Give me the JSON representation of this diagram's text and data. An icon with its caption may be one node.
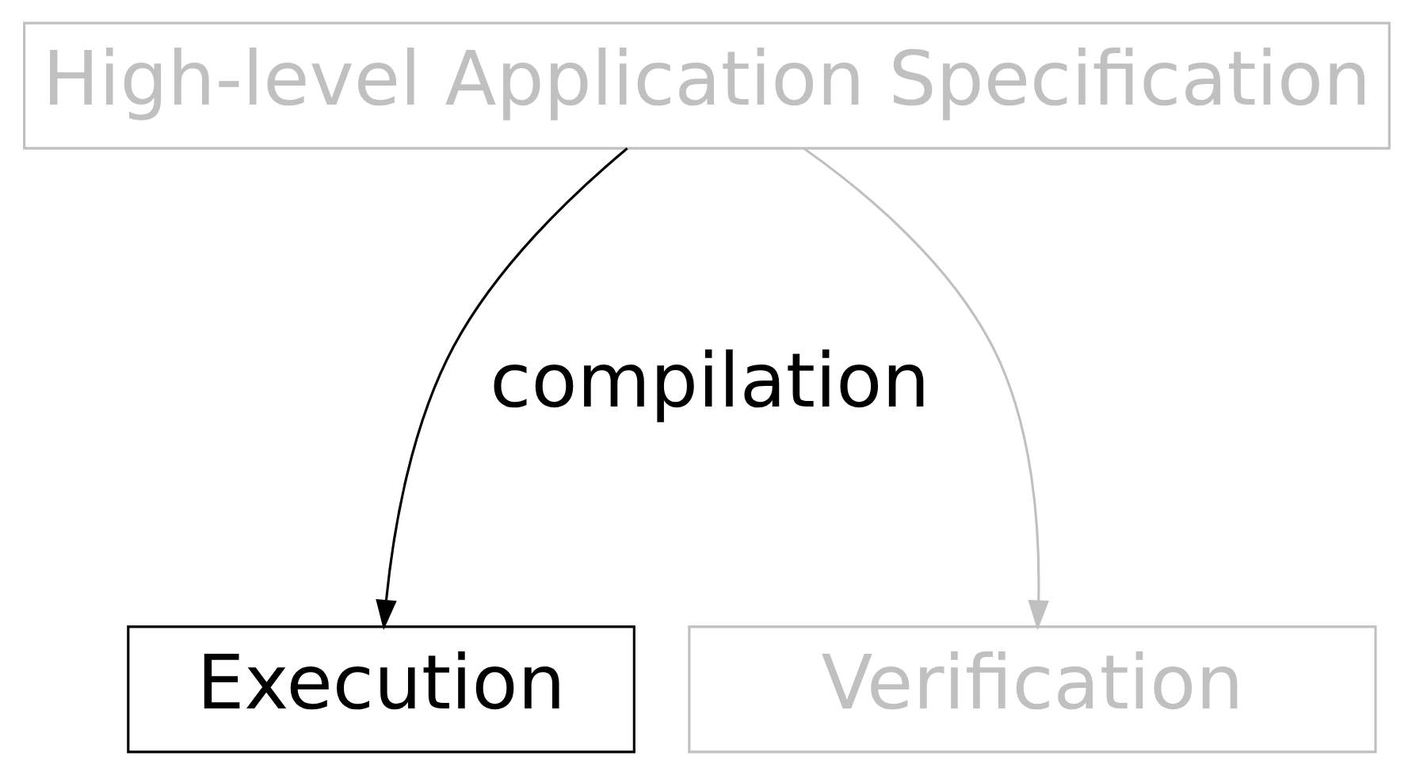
{
  "diagram": {
    "nodes": [
      {
        "text": [
          "High-level Application Specification"
        ]
      },
      {
        "text": [
          "Execution"
        ]
      },
      {
        "text": [
          "Verification"
        ]
      }
    ],
    "edges": [
      {
        "from": 0,
        "to": 1,
        "arrow": "to",
        "label": "compilation"
      },
      {
        "from": 0,
        "to": 2,
        "arrow": "to",
        "color": "#c0c0c0"
      }
    ]
  }
}
